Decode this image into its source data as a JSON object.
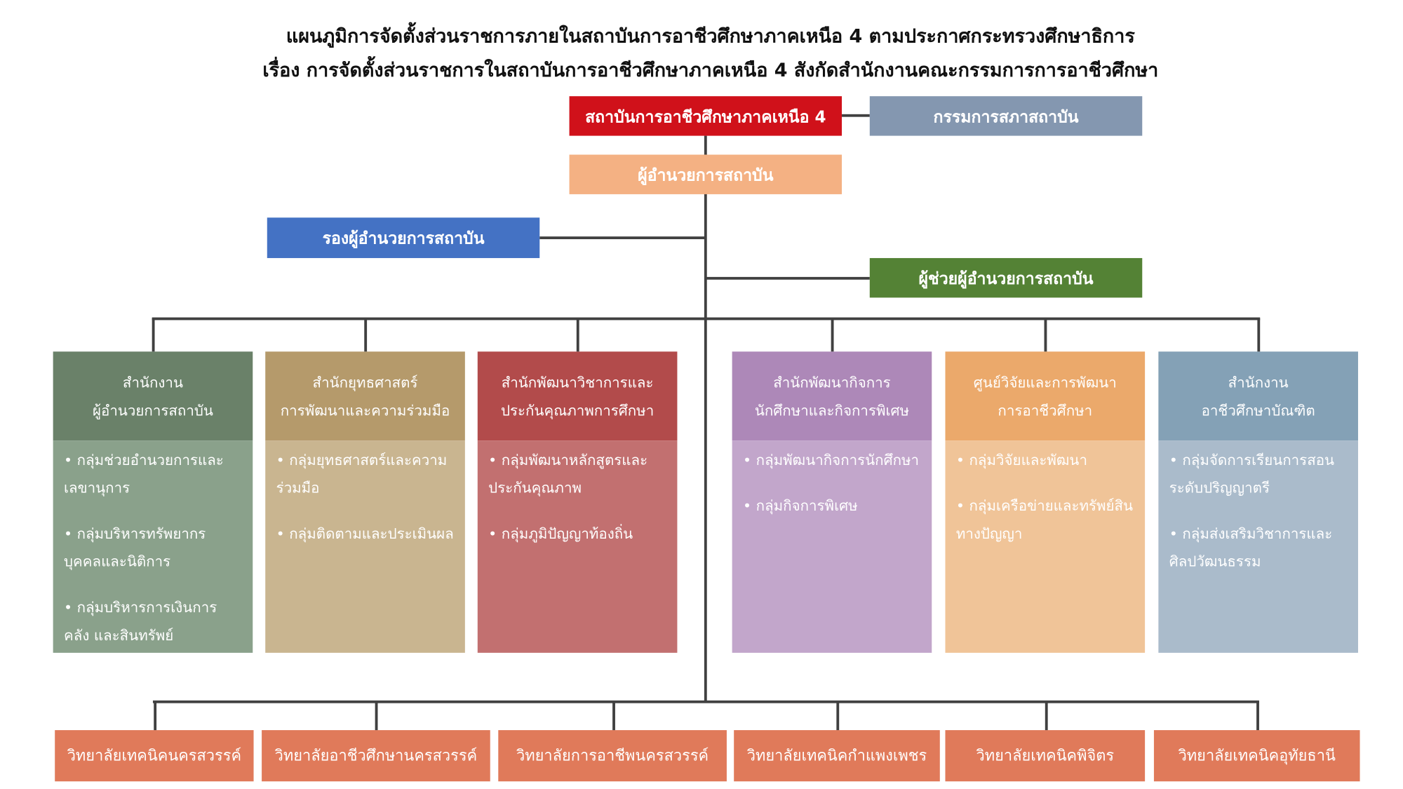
{
  "title": {
    "line1": "แผนภูมิการจัดตั้งส่วนราชการภายในสถาบันการอาชีวศึกษาภาคเหนือ 4 ตามประกาศกระทรวงศึกษาธิการ",
    "line2": "เรื่อง การจัดตั้งส่วนราชการในสถาบันการอาชีวศึกษาภาคเหนือ 4 สังกัดสำนักงานคณะกรรมการการอาชีวศึกษา"
  },
  "top": {
    "institute": "สถาบันการอาชีวศึกษาภาคเหนือ 4",
    "council": "กรรมการสภาสถาบัน",
    "director": "ผู้อำนวยการสถาบัน",
    "deputy": "รองผู้อำนวยการสถาบัน",
    "assistant": "ผู้ช่วยผู้อำนวยการสถาบัน"
  },
  "colors": {
    "institute": "#d0111a",
    "council": "#8497b0",
    "director": "#f4b183",
    "deputy": "#4472c4",
    "assistant": "#548235",
    "college": "#e07a5a"
  },
  "units": [
    {
      "title": [
        "สำนักงาน",
        "ผู้อำนวยการสถาบัน"
      ],
      "head": "#6a8169",
      "body": "#8aa18b",
      "items": [
        "กลุ่มช่วยอำนวยการและเลขานุการ",
        "กลุ่มบริหารทรัพยากรบุคคลและนิติการ",
        "กลุ่มบริหารการเงินการคลัง และสินทรัพย์"
      ]
    },
    {
      "title": [
        "สำนักยุทธศาสตร์",
        "การพัฒนาและความร่วมมือ"
      ],
      "head": "#b59a6b",
      "body": "#c9b590",
      "items": [
        "กลุ่มยุทธศาสตร์และความร่วมมือ",
        "กลุ่มติดตามและประเมินผล"
      ]
    },
    {
      "title": [
        "สำนักพัฒนาวิชาการและ",
        "ประกันคุณภาพการศึกษา"
      ],
      "head": "#b24b4b",
      "body": "#c27070",
      "items": [
        "กลุ่มพัฒนาหลักสูตรและประกันคุณภาพ",
        "กลุ่มภูมิปัญญาท้องถิ่น"
      ]
    },
    {
      "title": [
        "สำนักพัฒนากิจการ",
        "นักศึกษาและกิจการพิเศษ"
      ],
      "head": "#ad88b8",
      "body": "#c2a6cb",
      "items": [
        "กลุ่มพัฒนากิจการนักศึกษา",
        "กลุ่มกิจการพิเศษ"
      ]
    },
    {
      "title": [
        "ศูนย์วิจัยและการพัฒนา",
        "การอาชีวศึกษา"
      ],
      "head": "#eba96b",
      "body": "#f0c498",
      "items": [
        "กลุ่มวิจัยและพัฒนา",
        "กลุ่มเครือข่ายและทรัพย์สินทางปัญญา"
      ]
    },
    {
      "title": [
        "สำนักงาน",
        "อาชีวศึกษาบัณฑิต"
      ],
      "head": "#84a1b6",
      "body": "#aabbcb",
      "items": [
        "กลุ่มจัดการเรียนการสอนระดับปริญญาตรี",
        "กลุ่มส่งเสริมวิชาการและศิลปวัฒนธรรม"
      ]
    }
  ],
  "colleges": [
    "วิทยาลัยเทคนิคนครสวรรค์",
    "วิทยาลัยอาชีวศึกษานครสวรรค์",
    "วิทยาลัยการอาชีพนครสวรรค์",
    "วิทยาลัยเทคนิคกำแพงเพชร",
    "วิทยาลัยเทคนิคพิจิตร",
    "วิทยาลัยเทคนิคอุทัยธานี"
  ]
}
